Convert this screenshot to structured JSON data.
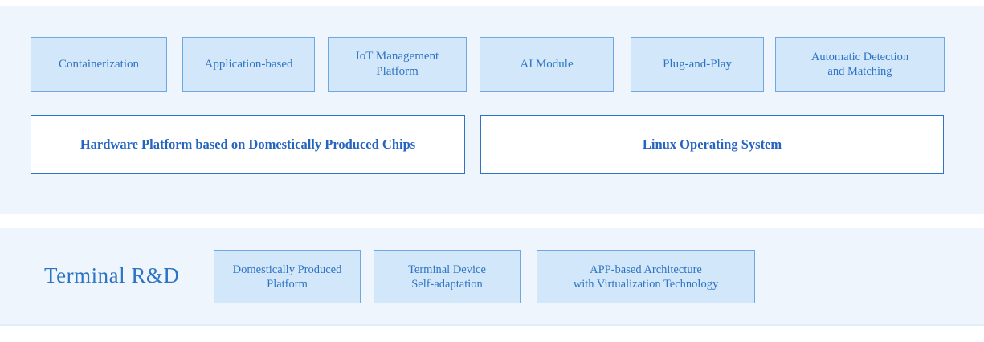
{
  "colors": {
    "section_background": "#eef5fd",
    "feature_box_fill": "#d3e7fa",
    "feature_box_border": "#6ea8e2",
    "base_box_fill": "#ffffff",
    "base_box_border": "#2e74c4",
    "label_text": "#2e74c4"
  },
  "top_section": {
    "feature_boxes": [
      {
        "label": "Containerization"
      },
      {
        "label": "Application-based"
      },
      {
        "label": "IoT Management Platform"
      },
      {
        "label": "AI Module"
      },
      {
        "label": "Plug-and-Play"
      },
      {
        "label": "Automatic Detection\nand Matching"
      }
    ],
    "base_boxes": [
      {
        "label": "Hardware Platform based on Domestically Produced Chips"
      },
      {
        "label": "Linux Operating System"
      }
    ]
  },
  "bottom_section": {
    "title": "Terminal R&D",
    "boxes": [
      {
        "label": "Domestically Produced\nPlatform"
      },
      {
        "label": "Terminal Device\nSelf-adaptation"
      },
      {
        "label": "APP-based Architecture\nwith Virtualization Technology"
      }
    ]
  }
}
